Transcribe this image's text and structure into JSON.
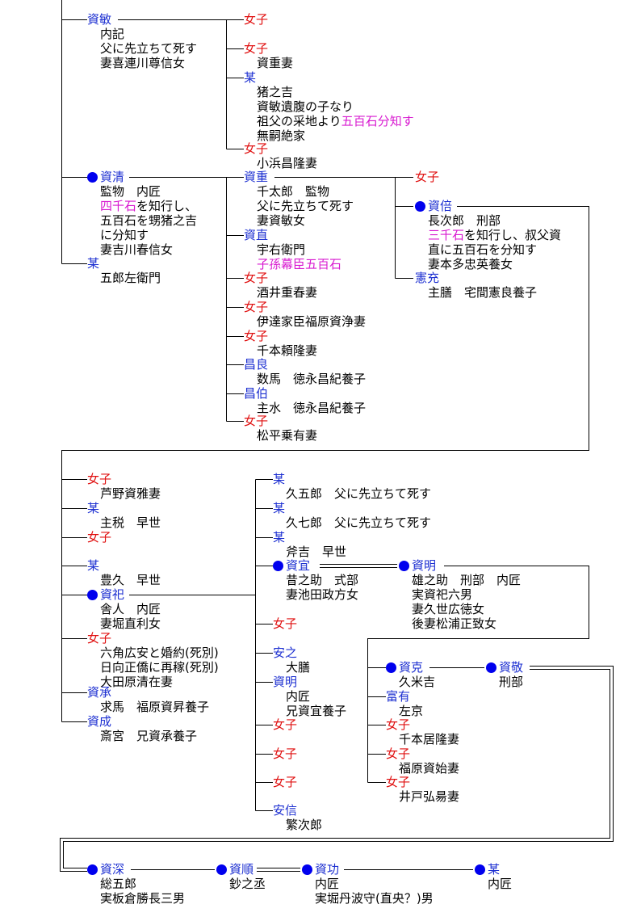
{
  "colors": {
    "line": "#000000",
    "male": "#1c2fd1",
    "female": "#e01010",
    "highlight": "#d81ad0",
    "heir_dot": "#0000ee"
  },
  "persons": [
    {
      "id": "p1",
      "name": "資敏",
      "kind": "blue",
      "dot": false,
      "lines": [
        [
          {
            "t": "内記"
          }
        ],
        [
          {
            "t": "父に先立ちて死す"
          }
        ],
        [
          {
            "t": "妻喜連川尊信女"
          }
        ]
      ]
    },
    {
      "id": "p2",
      "name": "女子",
      "kind": "red",
      "dot": false,
      "lines": []
    },
    {
      "id": "p3",
      "name": "女子",
      "kind": "red",
      "dot": false,
      "lines": [
        [
          {
            "t": "資重妻"
          }
        ]
      ]
    },
    {
      "id": "p4",
      "name": "某",
      "kind": "blue",
      "dot": false,
      "lines": [
        [
          {
            "t": "猪之吉"
          }
        ],
        [
          {
            "t": "資敏遺腹の子なり"
          }
        ],
        [
          {
            "t": "祖父の采地より"
          },
          {
            "t": "五百石分知す",
            "hl": true
          }
        ],
        [
          {
            "t": "無嗣絶家"
          }
        ]
      ]
    },
    {
      "id": "p5",
      "name": "女子",
      "kind": "red",
      "dot": false,
      "lines": [
        [
          {
            "t": "小浜昌隆妻"
          }
        ]
      ]
    },
    {
      "id": "p6",
      "name": "資清",
      "kind": "blue",
      "dot": true,
      "lines": [
        [
          {
            "t": "監物　内匠"
          }
        ],
        [
          {
            "t": "四千石",
            "hl": true
          },
          {
            "t": "を知行し、"
          }
        ],
        [
          {
            "t": "五百石を甥猪之吉"
          }
        ],
        [
          {
            "t": "に分知す"
          }
        ],
        [
          {
            "t": "妻吉川春信女"
          }
        ]
      ]
    },
    {
      "id": "p7",
      "name": "某",
      "kind": "blue",
      "dot": false,
      "lines": [
        [
          {
            "t": "五郎左衛門"
          }
        ]
      ]
    },
    {
      "id": "p8",
      "name": "資重",
      "kind": "blue",
      "dot": false,
      "lines": [
        [
          {
            "t": "千太郎　監物"
          }
        ],
        [
          {
            "t": "父に先立ちて死す"
          }
        ],
        [
          {
            "t": "妻資敏女"
          }
        ]
      ]
    },
    {
      "id": "p9",
      "name": "資直",
      "kind": "blue",
      "dot": false,
      "lines": [
        [
          {
            "t": "宇右衛門"
          }
        ],
        [
          {
            "t": "子孫幕臣五百石",
            "hl": true
          }
        ]
      ]
    },
    {
      "id": "p10",
      "name": "女子",
      "kind": "red",
      "dot": false,
      "lines": [
        [
          {
            "t": "酒井重春妻"
          }
        ]
      ]
    },
    {
      "id": "p11",
      "name": "女子",
      "kind": "red",
      "dot": false,
      "lines": [
        [
          {
            "t": "伊達家臣福原資浄妻"
          }
        ]
      ]
    },
    {
      "id": "p12",
      "name": "女子",
      "kind": "red",
      "dot": false,
      "lines": [
        [
          {
            "t": "千本頼隆妻"
          }
        ]
      ]
    },
    {
      "id": "p13",
      "name": "昌良",
      "kind": "blue",
      "dot": false,
      "lines": [
        [
          {
            "t": "数馬　徳永昌紀養子"
          }
        ]
      ]
    },
    {
      "id": "p14",
      "name": "昌伯",
      "kind": "blue",
      "dot": false,
      "lines": [
        [
          {
            "t": "主水　徳永昌紀養子"
          }
        ]
      ]
    },
    {
      "id": "p15",
      "name": "女子",
      "kind": "red",
      "dot": false,
      "lines": [
        [
          {
            "t": "松平乗有妻"
          }
        ]
      ]
    },
    {
      "id": "p16",
      "name": "女子",
      "kind": "red",
      "dot": false,
      "lines": []
    },
    {
      "id": "p17",
      "name": "資倍",
      "kind": "blue",
      "dot": true,
      "lines": [
        [
          {
            "t": "長次郎　刑部"
          }
        ],
        [
          {
            "t": "三千石",
            "hl": true
          },
          {
            "t": "を知行し、叔父資"
          }
        ],
        [
          {
            "t": "直に五百石を分知す"
          }
        ],
        [
          {
            "t": "妻本多忠英養女"
          }
        ]
      ]
    },
    {
      "id": "p18",
      "name": "憲充",
      "kind": "blue",
      "dot": false,
      "lines": [
        [
          {
            "t": "主膳　宅間憲良養子"
          }
        ]
      ]
    },
    {
      "id": "p19",
      "name": "女子",
      "kind": "red",
      "dot": false,
      "lines": [
        [
          {
            "t": "芦野資雅妻"
          }
        ]
      ]
    },
    {
      "id": "p20",
      "name": "某",
      "kind": "blue",
      "dot": false,
      "lines": [
        [
          {
            "t": "主税　早世"
          }
        ]
      ]
    },
    {
      "id": "p21",
      "name": "女子",
      "kind": "red",
      "dot": false,
      "lines": []
    },
    {
      "id": "p22",
      "name": "某",
      "kind": "blue",
      "dot": false,
      "lines": [
        [
          {
            "t": "豊久　早世"
          }
        ]
      ]
    },
    {
      "id": "p23",
      "name": "資祀",
      "kind": "blue",
      "dot": true,
      "lines": [
        [
          {
            "t": "舎人　内匠"
          }
        ],
        [
          {
            "t": "妻堀直利女"
          }
        ]
      ]
    },
    {
      "id": "p24",
      "name": "女子",
      "kind": "red",
      "dot": false,
      "lines": [
        [
          {
            "t": "六角広安と婚約(死別)"
          }
        ],
        [
          {
            "t": "日向正僑に再稼(死別)"
          }
        ],
        [
          {
            "t": "大田原清在妻"
          }
        ]
      ]
    },
    {
      "id": "p25",
      "name": "資承",
      "kind": "blue",
      "dot": false,
      "lines": [
        [
          {
            "t": "求馬　福原資昇養子"
          }
        ]
      ]
    },
    {
      "id": "p26",
      "name": "資成",
      "kind": "blue",
      "dot": false,
      "lines": [
        [
          {
            "t": "斎宮　兄資承養子"
          }
        ]
      ]
    },
    {
      "id": "p27",
      "name": "某",
      "kind": "blue",
      "dot": false,
      "lines": [
        [
          {
            "t": "久五郎　父に先立ちて死す"
          }
        ]
      ]
    },
    {
      "id": "p28",
      "name": "某",
      "kind": "blue",
      "dot": false,
      "lines": [
        [
          {
            "t": "久七郎　父に先立ちて死す"
          }
        ]
      ]
    },
    {
      "id": "p29",
      "name": "某",
      "kind": "blue",
      "dot": false,
      "lines": [
        [
          {
            "t": "斧吉　早世"
          }
        ]
      ]
    },
    {
      "id": "p30",
      "name": "資宜",
      "kind": "blue",
      "dot": true,
      "lines": [
        [
          {
            "t": "昔之助　式部"
          }
        ],
        [
          {
            "t": "妻池田政方女"
          }
        ]
      ]
    },
    {
      "id": "p31",
      "name": "女子",
      "kind": "red",
      "dot": false,
      "lines": []
    },
    {
      "id": "p32",
      "name": "安之",
      "kind": "blue",
      "dot": false,
      "lines": [
        [
          {
            "t": "大膳"
          }
        ]
      ]
    },
    {
      "id": "p33",
      "name": "資明",
      "kind": "blue",
      "dot": false,
      "lines": [
        [
          {
            "t": "内匠"
          }
        ],
        [
          {
            "t": "兄資宜養子"
          }
        ]
      ]
    },
    {
      "id": "p34",
      "name": "女子",
      "kind": "red",
      "dot": false,
      "lines": []
    },
    {
      "id": "p35",
      "name": "女子",
      "kind": "red",
      "dot": false,
      "lines": []
    },
    {
      "id": "p36",
      "name": "女子",
      "kind": "red",
      "dot": false,
      "lines": []
    },
    {
      "id": "p37",
      "name": "安信",
      "kind": "blue",
      "dot": false,
      "lines": [
        [
          {
            "t": "繁次郎"
          }
        ]
      ]
    },
    {
      "id": "p38",
      "name": "資明",
      "kind": "blue",
      "dot": true,
      "lines": [
        [
          {
            "t": "雄之助　刑部　内匠"
          }
        ],
        [
          {
            "t": "実資祀六男"
          }
        ],
        [
          {
            "t": "妻久世広徳女"
          }
        ],
        [
          {
            "t": "後妻松浦正致女"
          }
        ]
      ]
    },
    {
      "id": "p39",
      "name": "資克",
      "kind": "blue",
      "dot": true,
      "lines": [
        [
          {
            "t": "久米吉"
          }
        ]
      ]
    },
    {
      "id": "p40",
      "name": "富有",
      "kind": "blue",
      "dot": false,
      "lines": [
        [
          {
            "t": "左京"
          }
        ]
      ]
    },
    {
      "id": "p41",
      "name": "女子",
      "kind": "red",
      "dot": false,
      "lines": [
        [
          {
            "t": "千本居隆妻"
          }
        ]
      ]
    },
    {
      "id": "p42",
      "name": "女子",
      "kind": "red",
      "dot": false,
      "lines": [
        [
          {
            "t": "福原資始妻"
          }
        ]
      ]
    },
    {
      "id": "p43",
      "name": "女子",
      "kind": "red",
      "dot": false,
      "lines": [
        [
          {
            "t": "井戸弘昜妻"
          }
        ]
      ]
    },
    {
      "id": "p44",
      "name": "資敬",
      "kind": "blue",
      "dot": true,
      "lines": [
        [
          {
            "t": "刑部"
          }
        ]
      ]
    },
    {
      "id": "p45",
      "name": "資深",
      "kind": "blue",
      "dot": true,
      "lines": [
        [
          {
            "t": "総五郎"
          }
        ],
        [
          {
            "t": "実板倉勝長三男"
          }
        ]
      ]
    },
    {
      "id": "p46",
      "name": "資順",
      "kind": "blue",
      "dot": true,
      "lines": [
        [
          {
            "t": "鈔之丞"
          }
        ]
      ]
    },
    {
      "id": "p47",
      "name": "資功",
      "kind": "blue",
      "dot": true,
      "lines": [
        [
          {
            "t": "内匠"
          }
        ],
        [
          {
            "t": "実堀丹波守(直央？)男"
          }
        ]
      ]
    },
    {
      "id": "p48",
      "name": "某",
      "kind": "blue",
      "dot": true,
      "lines": [
        [
          {
            "t": "内匠"
          }
        ]
      ]
    }
  ]
}
